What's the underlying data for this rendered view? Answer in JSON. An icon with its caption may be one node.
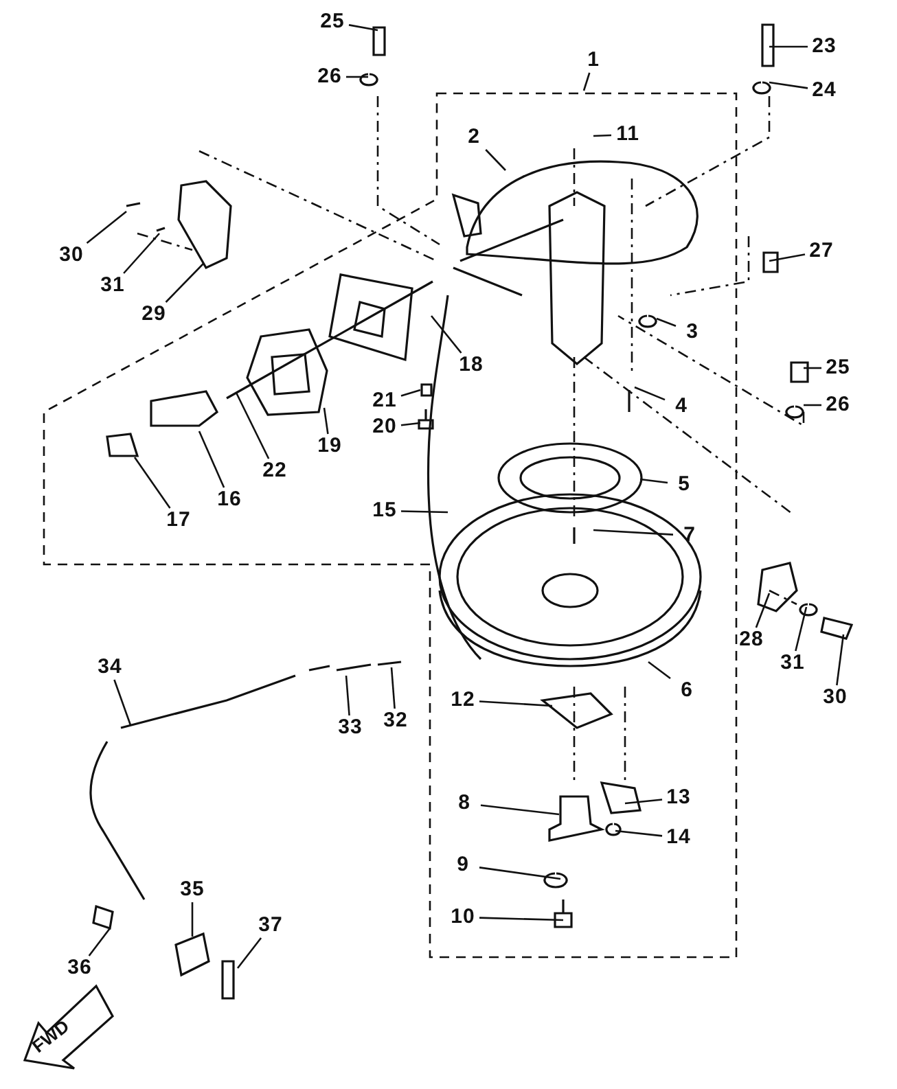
{
  "diagram": {
    "nodes": [
      {
        "text": [
          "25"
        ]
      },
      {
        "text": [
          "23"
        ]
      },
      {
        "text": [
          "1"
        ]
      },
      {
        "text": [
          "26"
        ]
      },
      {
        "text": [
          "24"
        ]
      },
      {
        "text": [
          "2"
        ]
      },
      {
        "text": [
          "11"
        ]
      },
      {
        "text": [
          "30"
        ]
      },
      {
        "text": [
          "31"
        ]
      },
      {
        "text": [
          "29"
        ]
      },
      {
        "text": [
          "27"
        ]
      },
      {
        "text": [
          "3"
        ]
      },
      {
        "text": [
          "18"
        ]
      },
      {
        "text": [
          "25"
        ]
      },
      {
        "text": [
          "21"
        ]
      },
      {
        "text": [
          "20"
        ]
      },
      {
        "text": [
          "4"
        ]
      },
      {
        "text": [
          "26"
        ]
      },
      {
        "text": [
          "19"
        ]
      },
      {
        "text": [
          "22"
        ]
      },
      {
        "text": [
          "16"
        ]
      },
      {
        "text": [
          "5"
        ]
      },
      {
        "text": [
          "17"
        ]
      },
      {
        "text": [
          "15"
        ]
      },
      {
        "text": [
          "7"
        ]
      },
      {
        "text": [
          "28"
        ]
      },
      {
        "text": [
          "31"
        ]
      },
      {
        "text": [
          "34"
        ]
      },
      {
        "text": [
          "6"
        ]
      },
      {
        "text": [
          "12"
        ]
      },
      {
        "text": [
          "30"
        ]
      },
      {
        "text": [
          "33"
        ]
      },
      {
        "text": [
          "32"
        ]
      },
      {
        "text": [
          "8"
        ]
      },
      {
        "text": [
          "13"
        ]
      },
      {
        "text": [
          "14"
        ]
      },
      {
        "text": [
          "9"
        ]
      },
      {
        "text": [
          "35"
        ]
      },
      {
        "text": [
          "10"
        ]
      },
      {
        "text": [
          "37"
        ]
      },
      {
        "text": [
          "36"
        ]
      }
    ],
    "edges": [
      {
        "from": 0,
        "to": null,
        "arrow": "none"
      },
      {
        "from": 1,
        "to": null,
        "arrow": "none"
      },
      {
        "from": 2,
        "to": null,
        "arrow": "none"
      },
      {
        "from": 3,
        "to": null,
        "arrow": "none"
      },
      {
        "from": 4,
        "to": null,
        "arrow": "none"
      },
      {
        "from": 5,
        "to": null,
        "arrow": "none"
      },
      {
        "from": 6,
        "to": null,
        "arrow": "none"
      },
      {
        "from": 7,
        "to": null,
        "arrow": "none"
      },
      {
        "from": 8,
        "to": null,
        "arrow": "none"
      },
      {
        "from": 9,
        "to": null,
        "arrow": "none"
      },
      {
        "from": 10,
        "to": null,
        "arrow": "none"
      },
      {
        "from": 11,
        "to": null,
        "arrow": "none"
      },
      {
        "from": 12,
        "to": null,
        "arrow": "none"
      },
      {
        "from": 13,
        "to": null,
        "arrow": "none"
      },
      {
        "from": 14,
        "to": null,
        "arrow": "none"
      },
      {
        "from": 15,
        "to": null,
        "arrow": "none"
      },
      {
        "from": 16,
        "to": null,
        "arrow": "none"
      },
      {
        "from": 17,
        "to": null,
        "arrow": "none"
      },
      {
        "from": 18,
        "to": null,
        "arrow": "none"
      },
      {
        "from": 19,
        "to": null,
        "arrow": "none"
      },
      {
        "from": 20,
        "to": null,
        "arrow": "none"
      },
      {
        "from": 21,
        "to": null,
        "arrow": "none"
      },
      {
        "from": 22,
        "to": null,
        "arrow": "none"
      },
      {
        "from": 23,
        "to": null,
        "arrow": "none"
      },
      {
        "from": 24,
        "to": null,
        "arrow": "none"
      },
      {
        "from": 25,
        "to": null,
        "arrow": "none"
      },
      {
        "from": 26,
        "to": null,
        "arrow": "none"
      },
      {
        "from": 27,
        "to": null,
        "arrow": "none"
      },
      {
        "from": 28,
        "to": null,
        "arrow": "none"
      },
      {
        "from": 29,
        "to": null,
        "arrow": "none"
      },
      {
        "from": 30,
        "to": null,
        "arrow": "none"
      },
      {
        "from": 31,
        "to": null,
        "arrow": "none"
      },
      {
        "from": 32,
        "to": null,
        "arrow": "none"
      },
      {
        "from": 33,
        "to": null,
        "arrow": "none"
      },
      {
        "from": 34,
        "to": null,
        "arrow": "none"
      },
      {
        "from": 35,
        "to": null,
        "arrow": "none"
      },
      {
        "from": 36,
        "to": null,
        "arrow": "none"
      },
      {
        "from": 37,
        "to": null,
        "arrow": "none"
      },
      {
        "from": 38,
        "to": null,
        "arrow": "none"
      },
      {
        "from": 39,
        "to": null,
        "arrow": "none"
      },
      {
        "from": 40,
        "to": null,
        "arrow": "none"
      }
    ],
    "labels": [
      "FWD"
    ]
  }
}
